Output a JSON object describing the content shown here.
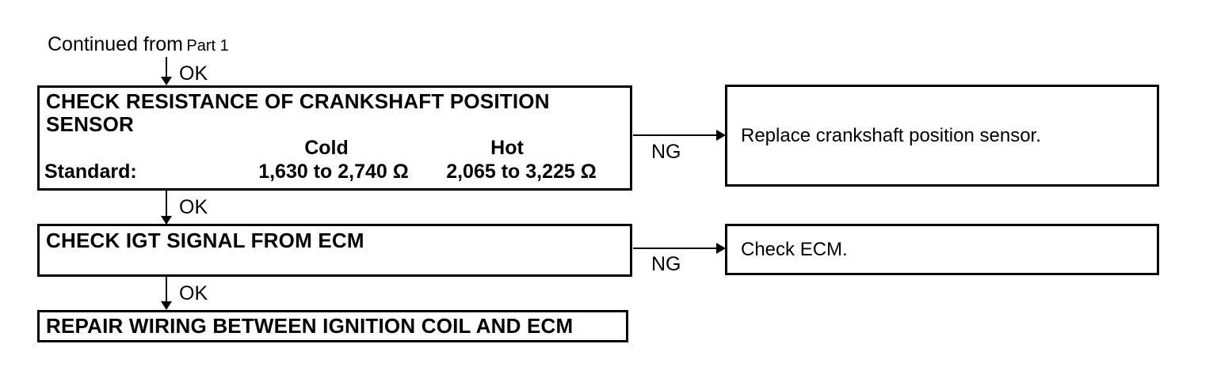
{
  "labels": {
    "continued_from": "Continued from",
    "part": "Part 1",
    "ok": "OK",
    "ng": "NG"
  },
  "steps": [
    {
      "title": "CHECK RESISTANCE OF CRANKSHAFT POSITION SENSOR",
      "standard_label": "Standard:",
      "cold_header": "Cold",
      "cold_value": "1,630 to 2,740 Ω",
      "hot_header": "Hot",
      "hot_value": "2,065 to 3,225 Ω",
      "ng_action": "Replace crankshaft position sensor."
    },
    {
      "title": "CHECK IGT SIGNAL FROM ECM",
      "ng_action": "Check ECM."
    },
    {
      "title": "REPAIR WIRING BETWEEN IGNITION COIL AND ECM"
    }
  ]
}
